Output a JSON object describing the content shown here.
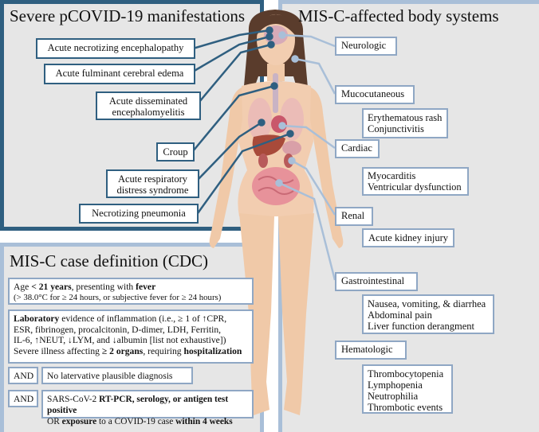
{
  "left_panel": {
    "title": "Severe pCOVID-19 manifestations",
    "items": [
      {
        "text": "Acute necrotizing encephalopathy"
      },
      {
        "text": "Acute fulminant cerebral edema"
      },
      {
        "line1": "Acute disseminated",
        "line2": "encephalomyelitis"
      },
      {
        "text": "Croup"
      },
      {
        "line1": "Acute respiratory",
        "line2": "distress syndrome"
      },
      {
        "text": "Necrotizing pneumonia"
      }
    ]
  },
  "right_panel": {
    "title": "MIS-C-affected body systems",
    "systems": [
      {
        "name": "Neurologic"
      },
      {
        "name": "Mucocutaneous",
        "details": [
          "Erythematous rash",
          "Conjunctivitis"
        ]
      },
      {
        "name": "Cardiac",
        "details": [
          "Myocarditis",
          "Ventricular dysfunction"
        ]
      },
      {
        "name": "Renal",
        "details": [
          "Acute kidney injury"
        ]
      },
      {
        "name": "Gastrointestinal",
        "details": [
          "Nausea, vomiting, & diarrhea",
          "Abdominal pain",
          "Liver function derangment"
        ]
      },
      {
        "name": "Hematologic",
        "details": [
          "Thrombocytopenia",
          "Lymphopenia",
          "Neutrophilia",
          "Thrombotic events"
        ]
      }
    ]
  },
  "bottom_panel": {
    "title": "MIS-C case definition (CDC)",
    "age": {
      "t1": "Age ",
      "b1": "< 21 years",
      "t2": ", presenting with ",
      "b2": "fever",
      "line2": "(> 38.0°C for ≥ 24 hours, or subjective fever for ≥ 24 hours)"
    },
    "lab": {
      "b1": "Laboratory",
      "t1": " evidence of inflammation (i.e., ≥ 1 of ↑CPR,",
      "line2": "ESR, fibrinogen, procalcitonin, D-dimer, LDH, Ferritin,",
      "line3": "IL-6, ↑NEUT, ↓LYM, and ↓albumin [list not exhaustive])",
      "t4": "Severe illness affecting ",
      "b4": "≥ 2 organs",
      "t5": ", requiring ",
      "b5": "hospitalization"
    },
    "and_label": "AND",
    "no_alt": "No latervative plausible diagnosis",
    "test": {
      "t1": "SARS-CoV-2 ",
      "b1": "RT-PCR, serology, or antigen test positive",
      "t2": "OR ",
      "b2": "exposure",
      "t3": " to a COVID-19 case ",
      "b3": "within 4 weeks"
    }
  },
  "colors": {
    "dark_blue": "#2f5f80",
    "light_blue": "#a9bfd8",
    "panel_bg": "#e6e6e6"
  }
}
